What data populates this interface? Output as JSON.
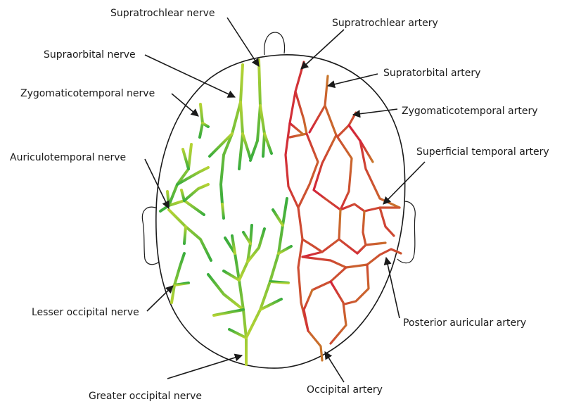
{
  "labels": {
    "supratrochlear_nerve": "Supratrochlear nerve",
    "supraorbital_nerve": "Supraorbital nerve",
    "zygomaticotemporal_nerve": "Zygomaticotemporal nerve",
    "auriculotemporal_nerve": "Auriculotemporal nerve",
    "lesser_occipital_nerve": "Lesser occipital nerve",
    "greater_occipital_nerve": "Greater occipital nerve",
    "supratrochlear_artery": "Supratrochlear artery",
    "supraorbital_artery": "Supratorbital artery",
    "zygomaticotemporal_artery": "Zygomaticotemporal artery",
    "superficial_temporal_artery": "Superficial temporal artery",
    "posterior_auricular_artery": "Posterior auricular artery",
    "occipital_artery": "Occipital artery"
  },
  "colors": {
    "nerve_light": "#b5d334",
    "nerve_dark": "#3aad3d",
    "artery_red": "#d4213a",
    "artery_orange": "#c8762a",
    "outline": "#1a1a1a"
  }
}
